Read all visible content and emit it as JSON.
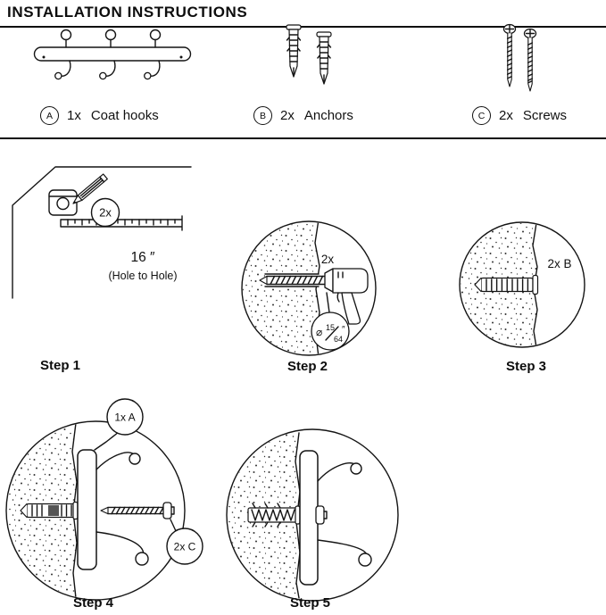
{
  "title": "INSTALLATION INSTRUCTIONS",
  "parts": {
    "a": {
      "letter": "A",
      "qty": "1x",
      "name": "Coat hooks"
    },
    "b": {
      "letter": "B",
      "qty": "2x",
      "name": "Anchors"
    },
    "c": {
      "letter": "C",
      "qty": "2x",
      "name": "Screws"
    }
  },
  "step1": {
    "label": "Step 1",
    "qty_callout": "2x",
    "distance": "16 ″",
    "note": "(Hole to Hole)"
  },
  "step2": {
    "label": "Step 2",
    "qty_callout": "2x",
    "drill": {
      "symbol": "⌀",
      "numerator": "15",
      "denominator": "64",
      "unit": "″"
    }
  },
  "step3": {
    "label": "Step 3",
    "qty_callout": "2x B"
  },
  "step4": {
    "label": "Step 4",
    "callout_a": "1x A",
    "callout_c": "2x C"
  },
  "step5": {
    "label": "Step 5"
  }
}
